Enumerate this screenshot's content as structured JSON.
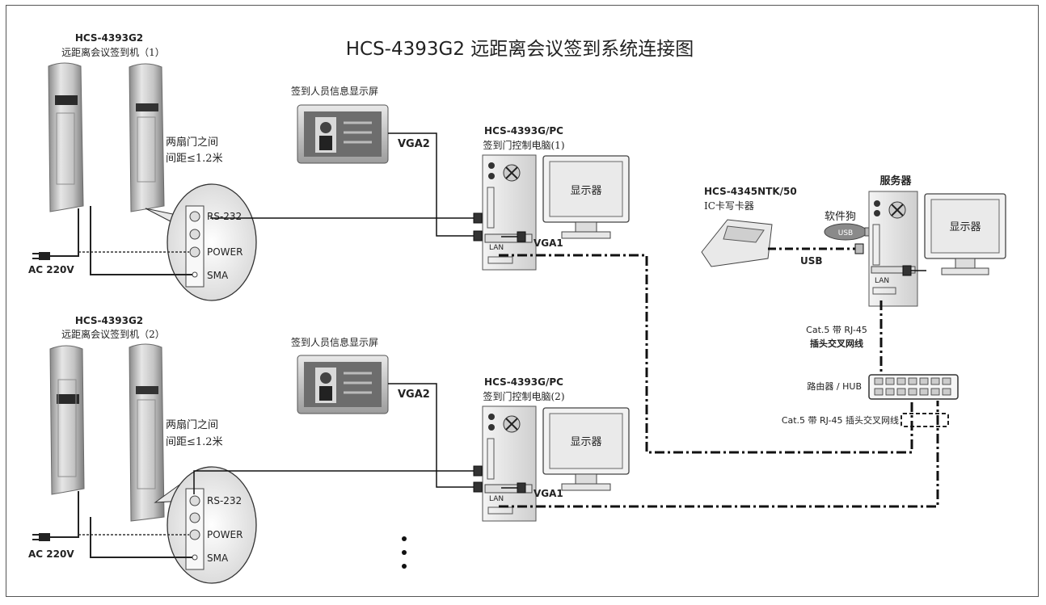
{
  "title": "HCS-4393G2 远距离会议签到系统连接图",
  "gate1": {
    "model": "HCS-4393G2",
    "name": "远距离会议签到机（1）",
    "gap1": "两扇门之间",
    "gap2": "间距≤1.2米",
    "power": "AC 220V"
  },
  "gate2": {
    "model": "HCS-4393G2",
    "name": "远距离会议签到机（2）",
    "gap1": "两扇门之间",
    "gap2": "间距≤1.2米",
    "power": "AC 220V"
  },
  "ports": {
    "rs232": "RS-232",
    "power": "POWER",
    "sma": "SMA"
  },
  "screen1": {
    "label": "签到人员信息显示屏",
    "cable": "VGA2"
  },
  "screen2": {
    "label": "签到人员信息显示屏",
    "cable": "VGA2"
  },
  "pc1": {
    "model": "HCS-4393G/PC",
    "name": "签到门控制电脑(1)",
    "lan": "LAN",
    "vga": "VGA1",
    "monitor": "显示器"
  },
  "pc2": {
    "model": "HCS-4393G/PC",
    "name": "签到门控制电脑(2)",
    "lan": "LAN",
    "vga": "VGA1",
    "monitor": "显示器"
  },
  "reader": {
    "model": "HCS-4345NTK/50",
    "name": "IC卡写卡器",
    "cable": "USB",
    "dongle_label": "软件狗",
    "dongle_text": "USB"
  },
  "server": {
    "name": "服务器",
    "lan": "LAN",
    "monitor": "显示器"
  },
  "cable_a": {
    "line1": "Cat.5 带 RJ-45",
    "line2": "插头交叉网线"
  },
  "hub": {
    "label": "路由器 / HUB"
  },
  "cable_b": {
    "label": "Cat.5 带 RJ-45 插头交叉网线"
  }
}
